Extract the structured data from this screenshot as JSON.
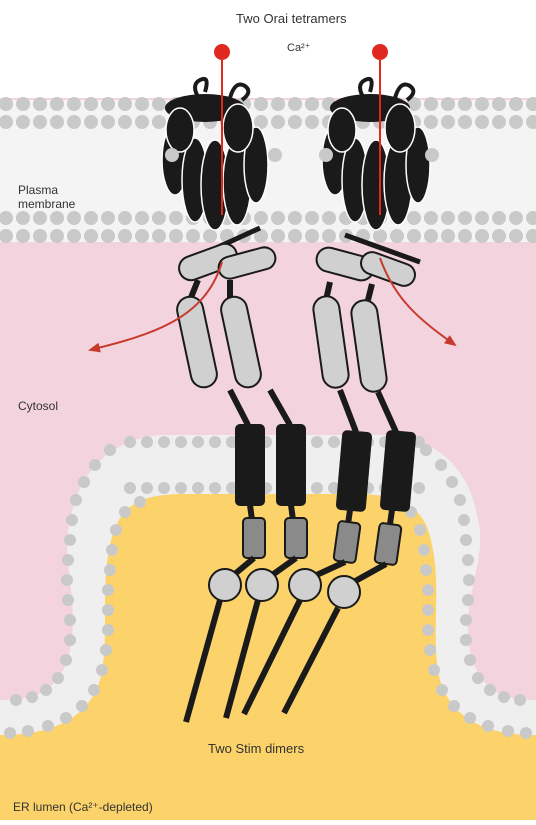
{
  "labels": {
    "top": "Two Orai tetramers",
    "ion": "Ca²⁺",
    "plasma_membrane": "Plasma membrane",
    "cytosol": "Cytosol",
    "stim": "Two Stim dimers",
    "er_lumen": "ER lumen (Ca²⁺-depleted)"
  },
  "colors": {
    "cytosol": "#f3d3de",
    "er_lumen": "#fbd36a",
    "lipid_head": "#c9c9c9",
    "protein_dark": "#1a1a1a",
    "protein_light": "#d0d0d0",
    "protein_mid": "#8a8a8a",
    "ion": "#e0281e",
    "arrow": "#c83a2c"
  },
  "icons": [
    "calcium-ion-icon",
    "orai-channel-icon",
    "stim-dimer-icon",
    "ion-flow-arrow-icon"
  ]
}
